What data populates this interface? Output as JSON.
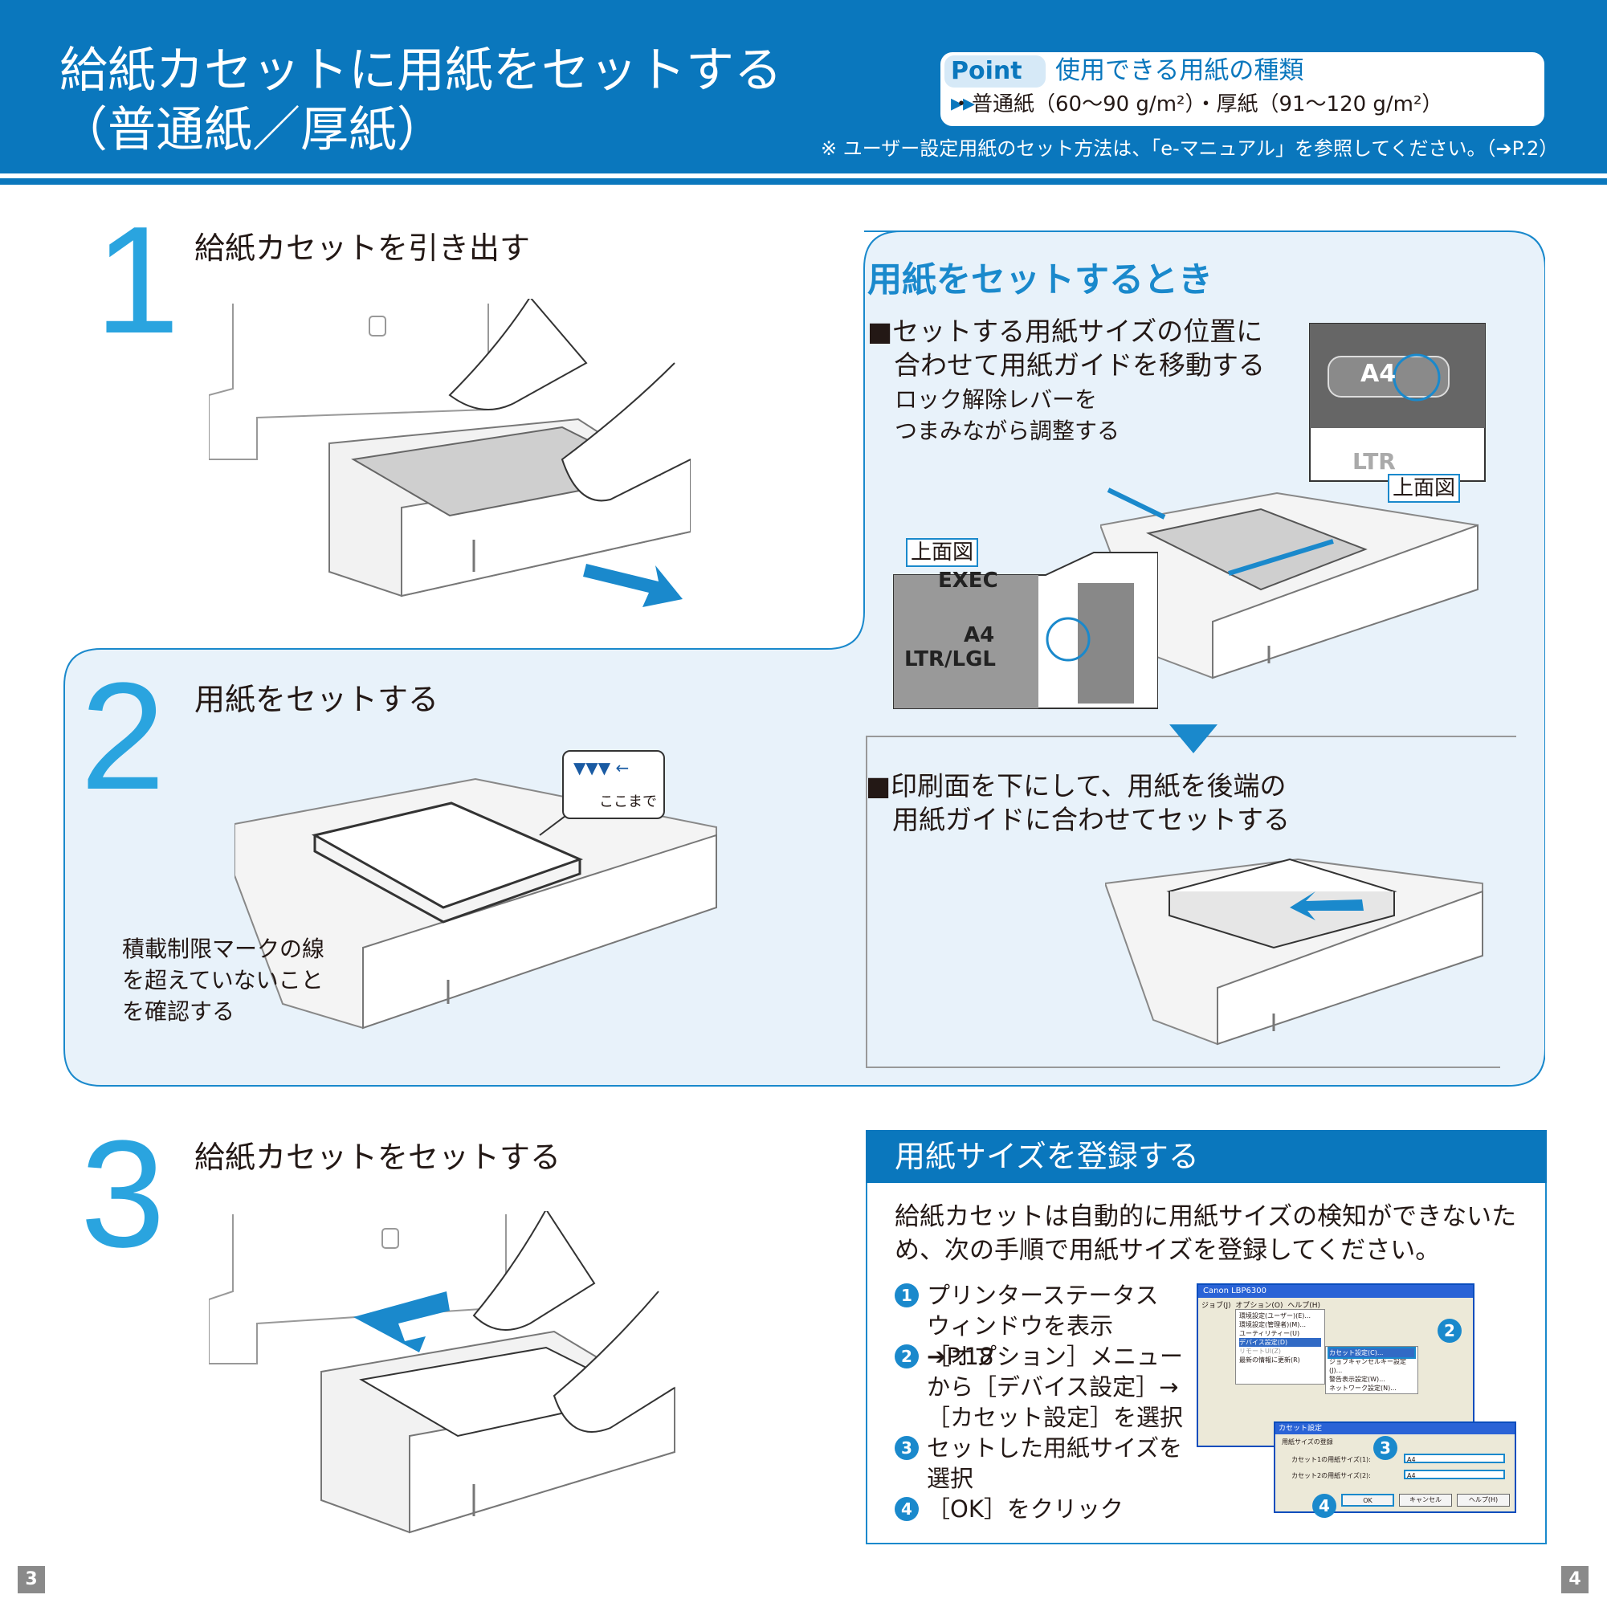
{
  "header": {
    "title_line1": "給紙カセットに用紙をセットする",
    "title_line2": "（普通紙／厚紙）",
    "point_badge": "Point ▸▸",
    "point_title": "使用できる用紙の種類",
    "point_body": "・普通紙（60〜90 g/m²）・厚紙（91〜120 g/m²）",
    "note": "※ ユーザー設定用紙のセット方法は、「e-マニュアル」を参照してください。（➔P.2）"
  },
  "steps": [
    {
      "number": "1",
      "title": "給紙カセットを引き出す"
    },
    {
      "number": "2",
      "title": "用紙をセットする",
      "note": "積載制限マークの線\nを超えていないこと\nを確認する",
      "callout": "ここまで"
    },
    {
      "number": "3",
      "title": "給紙カセットをセットする"
    }
  ],
  "when_setting": {
    "title": "用紙をセットするとき",
    "item1_title": "■セットする用紙サイズの位置に\n　合わせて用紙ガイドを移動する",
    "item1_note": "ロック解除レバーを\nつまみながら調整する",
    "top_view_label": "上面図",
    "top_view_label2": "上面図",
    "guide_a4": "A4",
    "guide_ltr": "LTR",
    "guide_exec": "EXEC",
    "guide_a4_2": "A4",
    "guide_ltr_lgl": "LTR/LGL",
    "item2_title": "■印刷面を下にして、用紙を後端の\n　用紙ガイドに合わせてセットする"
  },
  "register": {
    "title": "用紙サイズを登録する",
    "intro": "給紙カセットは自動的に用紙サイズの検知ができないため、次の手順で用紙サイズを登録してください。",
    "steps": [
      {
        "num": "1",
        "text": "プリンターステータス\nウィンドウを表示 ➔P.18"
      },
      {
        "num": "2",
        "text": "［オプション］メニュー\nから［デバイス設定］→\n［カセット設定］を選択"
      },
      {
        "num": "3",
        "text": "セットした用紙サイズを\n選択"
      },
      {
        "num": "4",
        "text": "［OK］をクリック"
      }
    ],
    "screenshot": {
      "window_title": "Canon LBP6300",
      "menu": [
        "ジョブ(J)",
        "オプション(O)",
        "ヘルプ(H)"
      ],
      "menu_items": [
        "環境設定(ユーザー)(E)...",
        "環境設定(管理者)(M)...",
        "ユーティリティー(U)",
        "デバイス設定(D)",
        "リモートUI(Z)",
        "最新の情報に更新(R)"
      ],
      "submenu_items": [
        "カセット設定(C)...",
        "ジョブキャンセルキー設定(J)...",
        "警告表示設定(W)...",
        "ネットワーク設定(N)..."
      ],
      "dialog_title": "カセット設定",
      "dialog_group": "用紙サイズの登録",
      "cassette1_label": "カセット1の用紙サイズ(1):",
      "cassette2_label": "カセット2の用紙サイズ(2):",
      "cassette1_value": "A4",
      "cassette2_value": "A4",
      "ok": "OK",
      "cancel": "キャンセル",
      "help": "ヘルプ(H)",
      "callouts": [
        "2",
        "3",
        "4"
      ]
    }
  },
  "page_numbers": {
    "left": "3",
    "right": "4"
  },
  "colors": {
    "brand_blue": "#0a77bd",
    "accent_blue": "#2aa4df",
    "panel_bg": "#e8f2fa"
  }
}
